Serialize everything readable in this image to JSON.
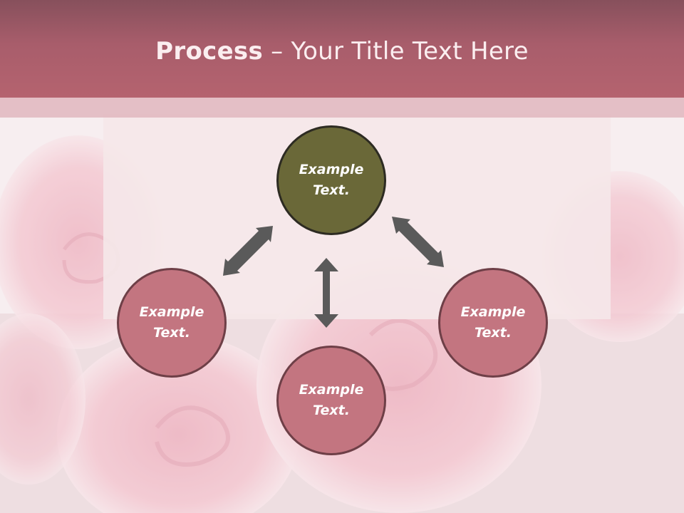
{
  "title": {
    "bold": "Process",
    "rest": " – Your Title Text Here"
  },
  "nodes": {
    "top": "Example\nText.",
    "left": "Example\nText.",
    "bottom": "Example\nText.",
    "right": "Example\nText."
  },
  "colors": {
    "title_bar": "#b5636f",
    "top_node": "#6a6838",
    "rose_node": "#c37580",
    "arrow": "#5a5a5a"
  }
}
